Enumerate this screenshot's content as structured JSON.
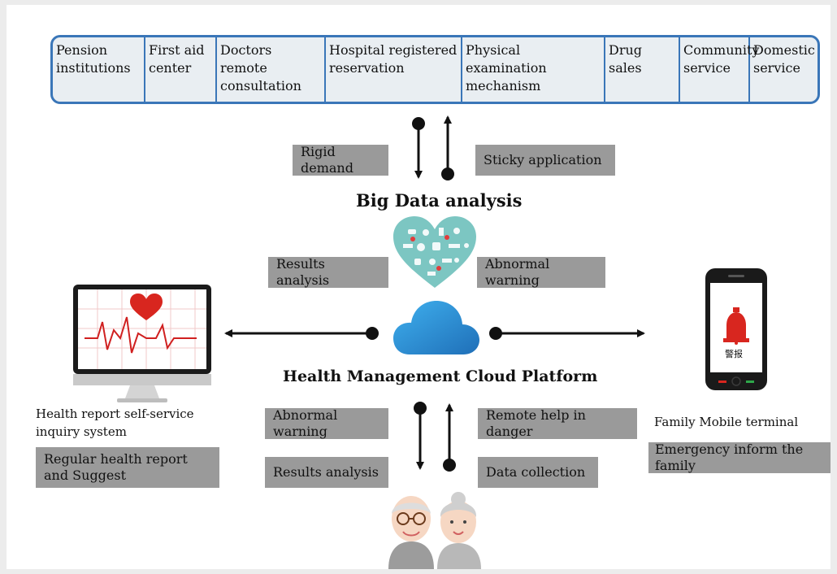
{
  "services": [
    {
      "label": "Pension\ninstitutions"
    },
    {
      "label": "First aid\ncenter"
    },
    {
      "label": "Doctors remote\nconsultation"
    },
    {
      "label": "Hospital registered\nreservation"
    },
    {
      "label": "Physical examination\nmechanism"
    },
    {
      "label": "Drug sales"
    },
    {
      "label": "Community\nservice"
    },
    {
      "label": "Domestic\nservice"
    }
  ],
  "top_flow": {
    "down_label": "Rigid demand",
    "up_label": "Sticky application"
  },
  "big_data": {
    "title": "Big Data analysis",
    "left_label": "Results analysis",
    "right_label": "Abnormal warning"
  },
  "cloud": {
    "title": "Health Management Cloud Platform"
  },
  "left_system": {
    "title": "Health report self-service\ninquiry system",
    "box_label": "Regular health report\nand Suggest"
  },
  "right_system": {
    "title": "Family Mobile terminal",
    "box_label": "Emergency inform the family",
    "phone_alarm_text": "警报"
  },
  "bottom_flow": {
    "left_top": "Abnormal warning",
    "left_bottom": "Results analysis",
    "right_top": "Remote help in danger",
    "right_bottom": "Data collection"
  },
  "colors": {
    "border_blue": "#3a76b8",
    "gray_box": "#9a9a9a",
    "heart_teal": "#7cc6c2",
    "cloud_blue": "#2a8fd6",
    "alarm_red": "#d8261f"
  }
}
